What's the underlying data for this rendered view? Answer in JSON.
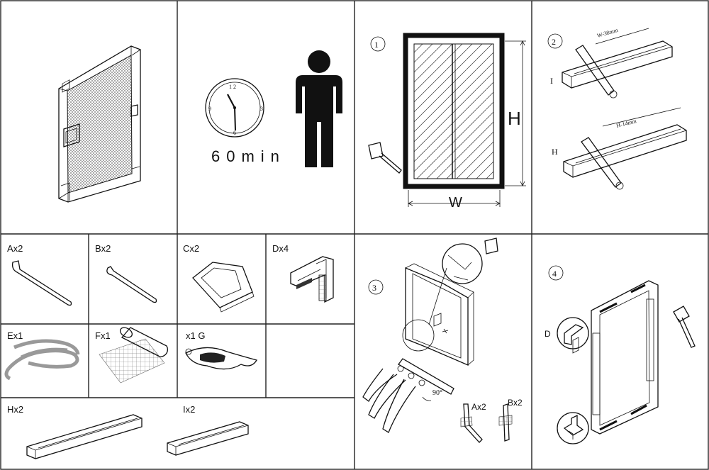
{
  "panels": {
    "time": {
      "label": "60min"
    },
    "step1": {
      "num": "①",
      "h_label": "H",
      "w_label": "W"
    },
    "step2": {
      "num": "②",
      "profile_i": "I",
      "profile_h": "H",
      "dim_w": "W-38mm",
      "dim_h": "H-14mm"
    },
    "step3": {
      "num": "③",
      "angle": "90°",
      "part_a": "Ax2",
      "part_b": "Bx2"
    },
    "step4": {
      "num": "④",
      "part_d": "D"
    }
  },
  "parts": [
    {
      "id": "A",
      "label": "Ax2"
    },
    {
      "id": "B",
      "label": "Bx2"
    },
    {
      "id": "C",
      "label": "Cx2"
    },
    {
      "id": "D",
      "label": "Dx4"
    },
    {
      "id": "E",
      "label": "Ex1"
    },
    {
      "id": "F",
      "label": "Fx1"
    },
    {
      "id": "G",
      "label": "x1 G"
    },
    {
      "id": "H",
      "label": "Hx2"
    },
    {
      "id": "I",
      "label": "Ix2"
    }
  ]
}
